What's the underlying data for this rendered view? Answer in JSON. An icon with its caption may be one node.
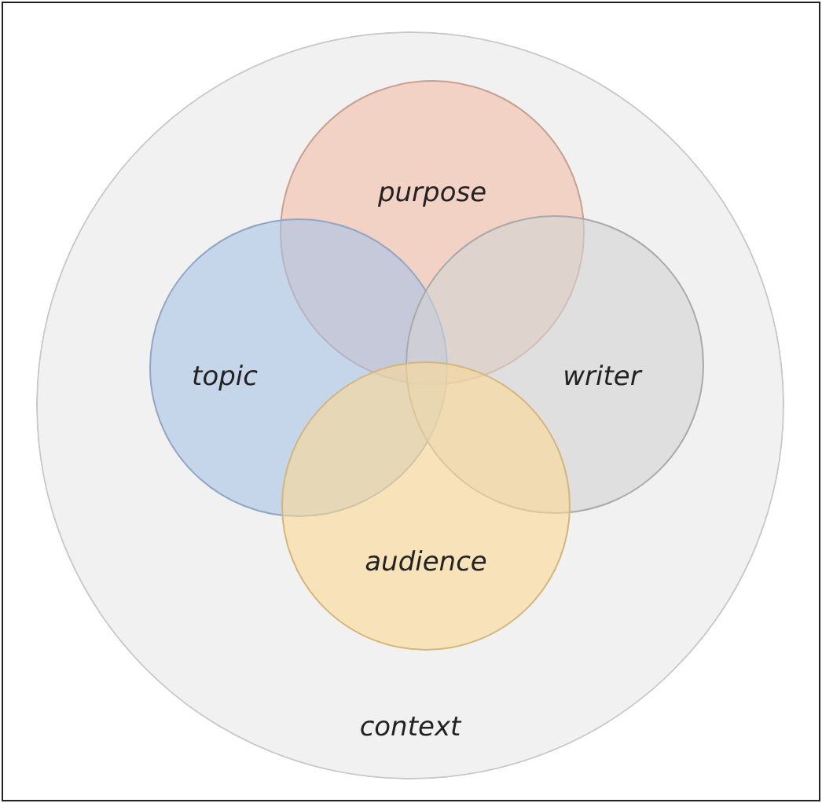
{
  "diagram": {
    "nodes": [
      {
        "text": [
          "context"
        ]
      },
      {
        "text": [
          "purpose"
        ],
        "in": 0
      },
      {
        "text": [
          "topic"
        ],
        "in": 0
      },
      {
        "text": [
          "writer"
        ],
        "in": 0
      },
      {
        "text": [
          "audience"
        ],
        "in": 0
      }
    ]
  }
}
